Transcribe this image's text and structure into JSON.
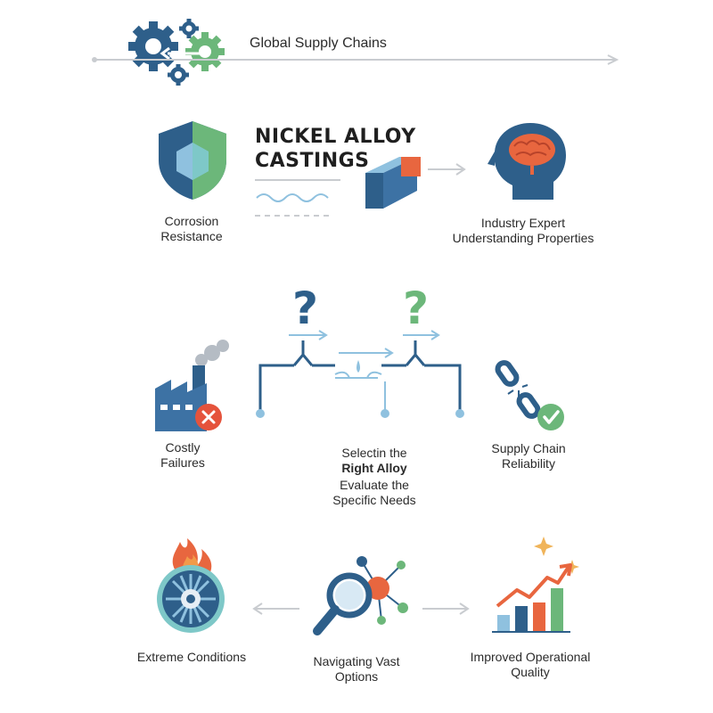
{
  "header": {
    "title": "Global Supply Chains"
  },
  "main_title": {
    "line1": "NICKEL ALLOY",
    "line2": "CASTINGS"
  },
  "labels": {
    "corrosion_1": "Corrosion",
    "corrosion_2": "Resistance",
    "expert_1": "Industry Expert",
    "expert_2": "Understanding Properties",
    "failures_1": "Costly",
    "failures_2": "Failures",
    "selecting_1": "Selectin the",
    "selecting_2": "Right Alloy",
    "selecting_3": "Evaluate the",
    "selecting_4": "Specific Needs",
    "supply_1": "Supply Chain",
    "supply_2": "Reliability",
    "extreme": "Extreme Conditions",
    "navigating_1": "Navigating Vast",
    "navigating_2": "Options",
    "quality_1": "Improved Operational",
    "quality_2": "Quality"
  },
  "glyphs": {
    "question": "?"
  },
  "colors": {
    "navy": "#2e5f8a",
    "blue_light": "#8fc1df",
    "green": "#6cb77a",
    "orange": "#e8663f",
    "red": "#e5533c",
    "gray": "#c9ccd0",
    "teal": "#7ec8c8"
  }
}
